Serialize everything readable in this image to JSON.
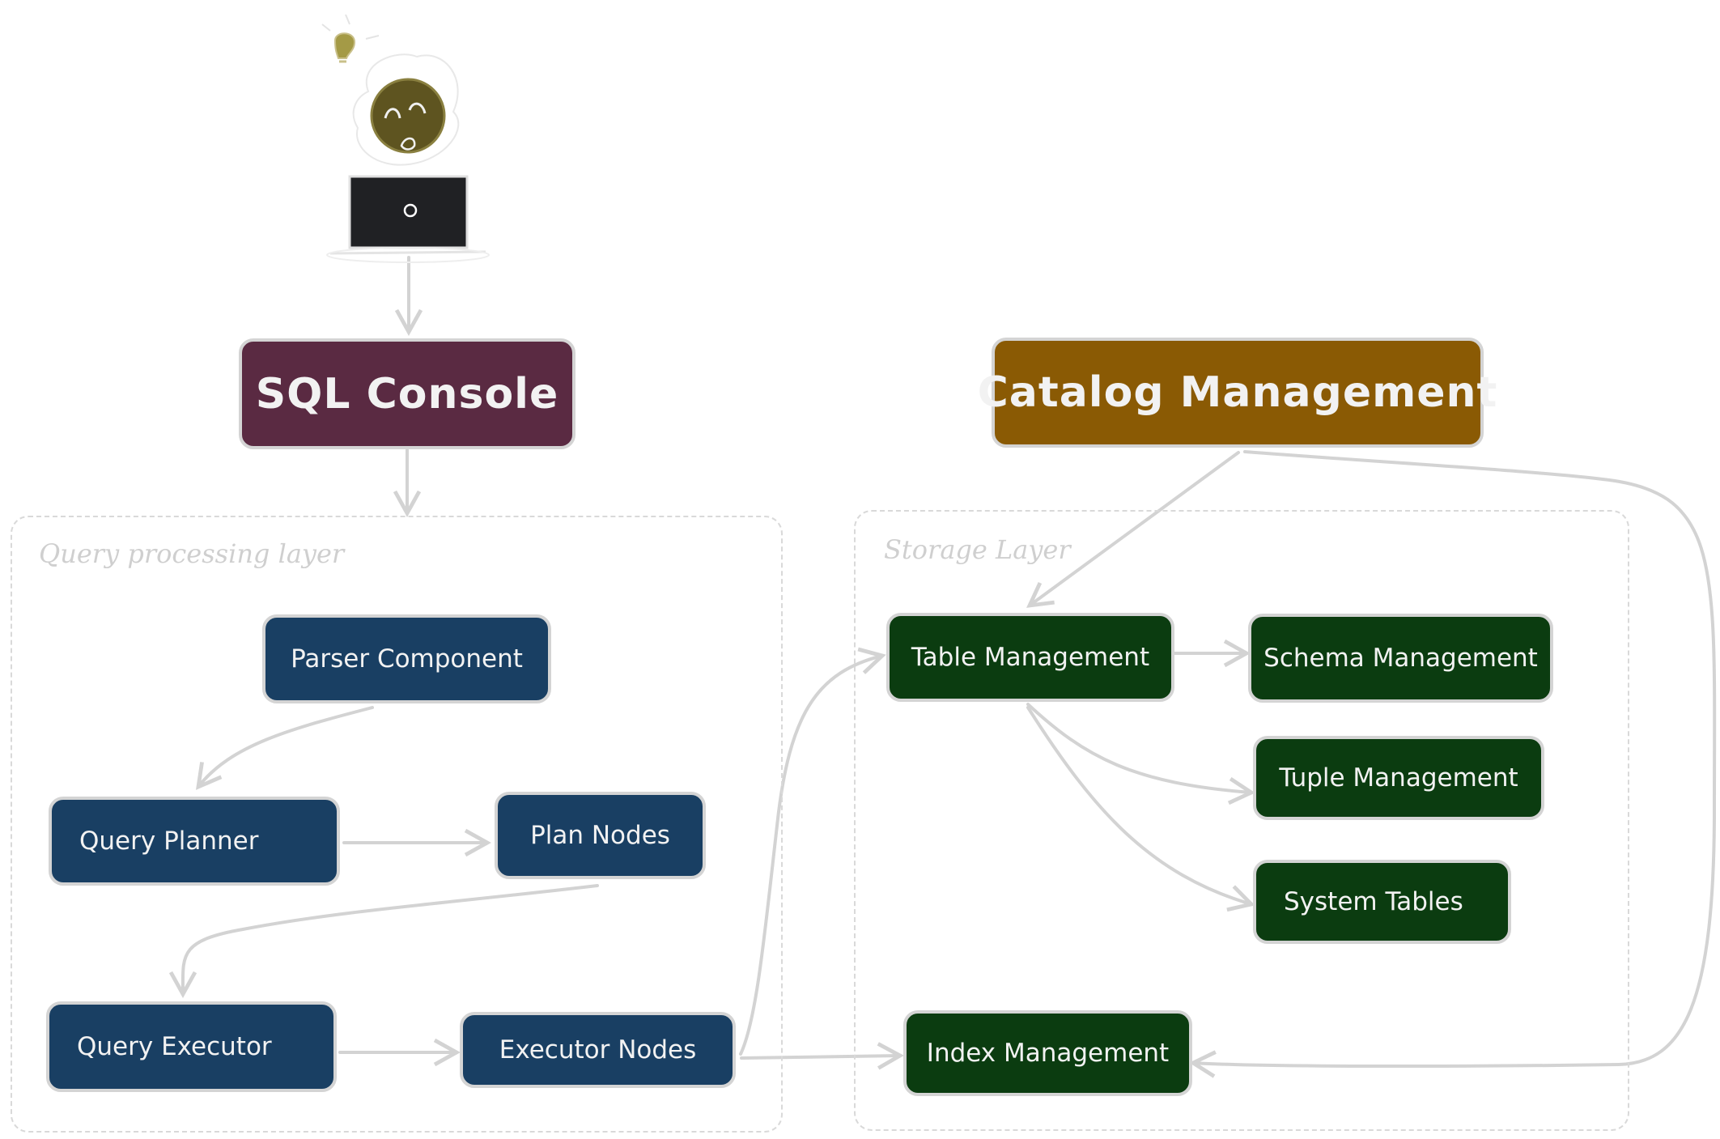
{
  "colors": {
    "sql_console": "#5a2a42",
    "catalog": "#8a5a04",
    "query_node": "#193f63",
    "storage_node": "#0b3c10",
    "connector": "#d3d3d3",
    "group_border": "#d9d9d9"
  },
  "user": {
    "icon": "person-at-laptop-icon",
    "accent_icon": "lightbulb-icon"
  },
  "top": {
    "sql_console": "SQL Console",
    "catalog_management": "Catalog Management"
  },
  "query_layer": {
    "label": "Query processing layer",
    "parser": "Parser Component",
    "planner": "Query Planner",
    "plan_nodes": "Plan Nodes",
    "executor": "Query Executor",
    "executor_nodes": "Executor Nodes"
  },
  "storage_layer": {
    "label": "Storage Layer",
    "table_management": "Table Management",
    "schema_management": "Schema Management",
    "tuple_management": "Tuple Management",
    "system_tables": "System Tables",
    "index_management": "Index Management"
  }
}
